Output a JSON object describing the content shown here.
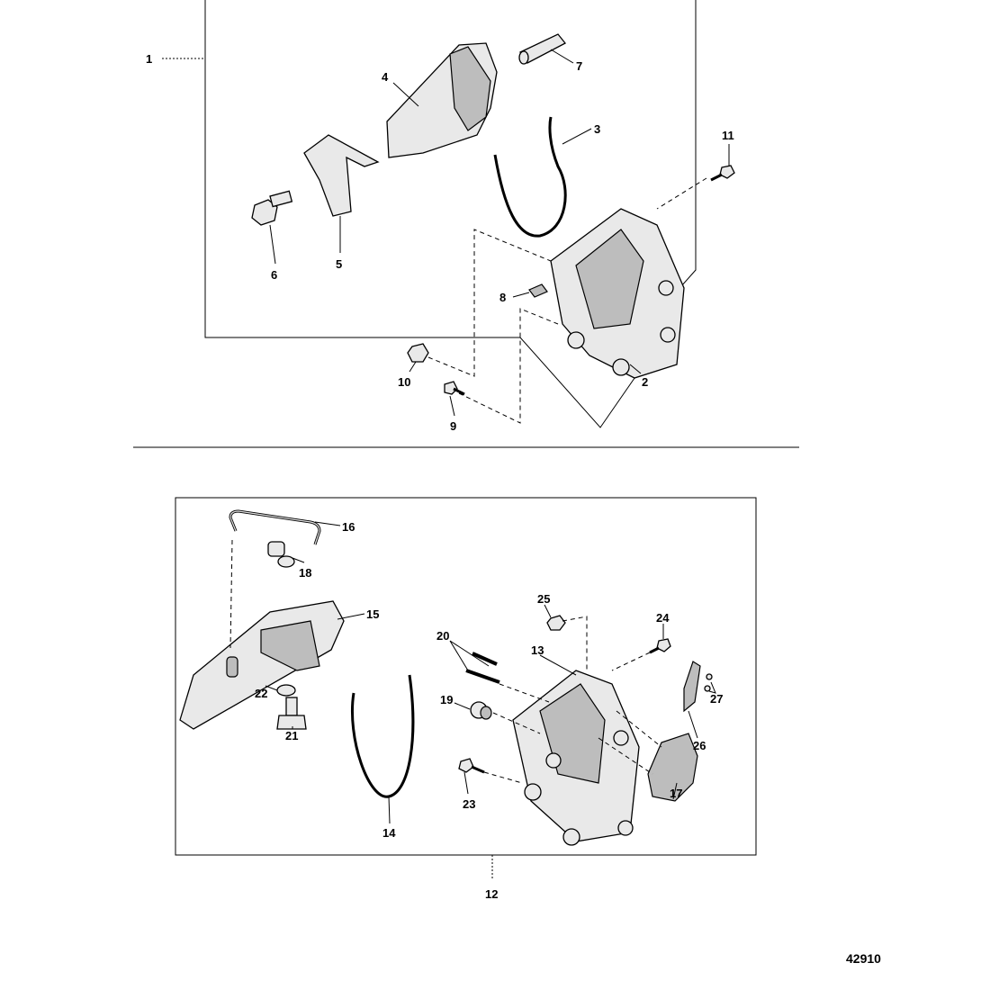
{
  "diagram": {
    "figure_number": "42910",
    "upper_assembly": {
      "callouts": [
        "1",
        "2",
        "3",
        "4",
        "5",
        "6",
        "7",
        "8",
        "9",
        "10",
        "11"
      ]
    },
    "lower_assembly": {
      "callouts": [
        "12",
        "13",
        "14",
        "15",
        "16",
        "17",
        "18",
        "19",
        "20",
        "21",
        "22",
        "23",
        "24",
        "25",
        "26",
        "27"
      ]
    }
  }
}
